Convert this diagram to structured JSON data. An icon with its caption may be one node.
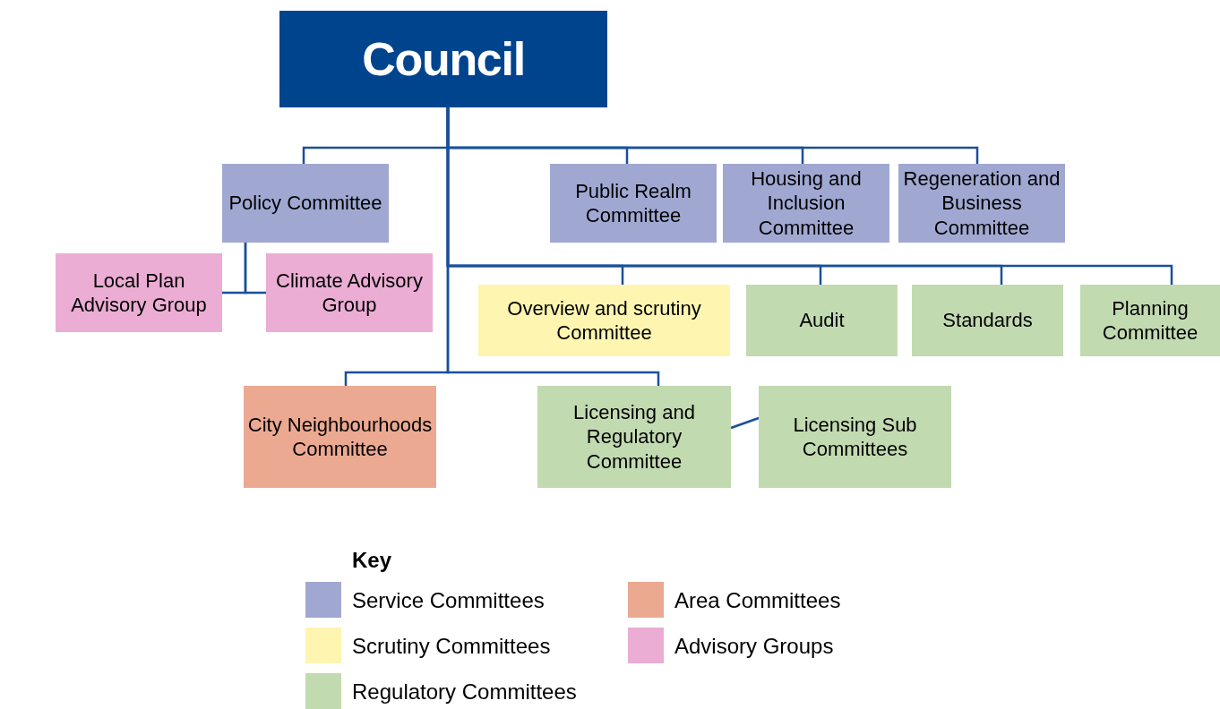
{
  "diagram": {
    "nodes": [
      {
        "text": [
          "Council"
        ]
      },
      {
        "text": [
          "Policy Committee"
        ]
      },
      {
        "text": [
          "Public Realm Committee"
        ]
      },
      {
        "text": [
          "Housing and Inclusion Committee"
        ]
      },
      {
        "text": [
          "Regeneration and Business Committee"
        ]
      },
      {
        "text": [
          "Local Plan Advisory Group"
        ]
      },
      {
        "text": [
          "Climate Advisory Group"
        ]
      },
      {
        "text": [
          "Overview and scrutiny Committee"
        ]
      },
      {
        "text": [
          "Audit"
        ]
      },
      {
        "text": [
          "Standards"
        ]
      },
      {
        "text": [
          "Planning Committee"
        ]
      },
      {
        "text": [
          "City Neighbourhoods Committee"
        ]
      },
      {
        "text": [
          "Licensing and Regulatory Committee"
        ]
      },
      {
        "text": [
          "Licensing Sub Committees"
        ]
      }
    ],
    "edges": [
      {
        "from": 0,
        "to": 1,
        "arrow": "none"
      },
      {
        "from": 0,
        "to": 2,
        "arrow": "none"
      },
      {
        "from": 0,
        "to": 3,
        "arrow": "none"
      },
      {
        "from": 0,
        "to": 4,
        "arrow": "none"
      },
      {
        "from": 1,
        "to": 5,
        "arrow": "none"
      },
      {
        "from": 1,
        "to": 6,
        "arrow": "none"
      },
      {
        "from": 0,
        "to": 7,
        "arrow": "none"
      },
      {
        "from": 0,
        "to": 8,
        "arrow": "none"
      },
      {
        "from": 0,
        "to": 9,
        "arrow": "none"
      },
      {
        "from": 0,
        "to": 10,
        "arrow": "none"
      },
      {
        "from": 0,
        "to": 11,
        "arrow": "none"
      },
      {
        "from": 0,
        "to": 12,
        "arrow": "none"
      },
      {
        "from": 12,
        "to": 13,
        "arrow": "none"
      }
    ],
    "labels": [
      "Key"
    ],
    "legend": [
      {
        "text": "Service Committees",
        "color": "#a0a8d2"
      },
      {
        "text": "Area Committees",
        "color": "#eca992"
      },
      {
        "text": "Scrutiny Committees",
        "color": "#fdf5b0"
      },
      {
        "text": "Advisory Groups",
        "color": "#ebadd4"
      },
      {
        "text": "Regulatory Committees",
        "color": "#c2dab0"
      }
    ]
  }
}
